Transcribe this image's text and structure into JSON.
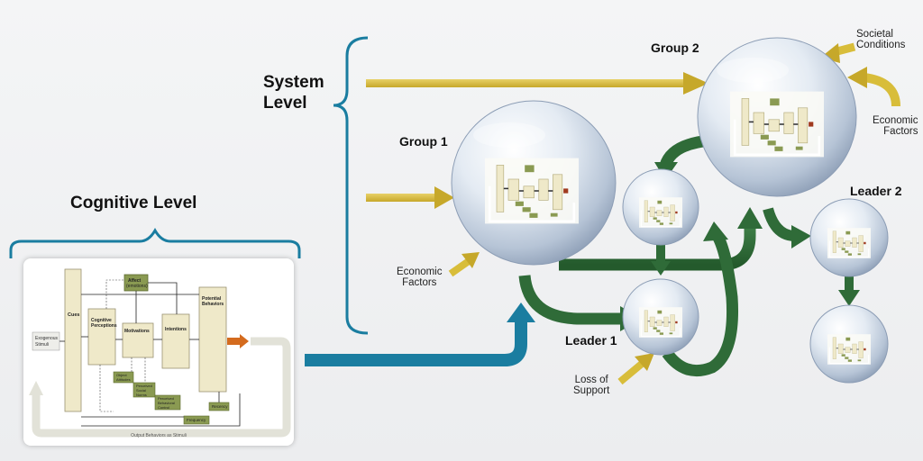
{
  "levels": {
    "cognitive": "Cognitive Level",
    "system_line1": "System",
    "system_line2": "Level"
  },
  "nodes": {
    "group1": "Group 1",
    "group2": "Group 2",
    "leader1": "Leader 1",
    "leader2": "Leader 2"
  },
  "factors": {
    "societal_conditions": [
      "Societal",
      "Conditions"
    ],
    "economic_factors_right": [
      "Economic",
      "Factors"
    ],
    "economic_factors_left": [
      "Economic",
      "Factors"
    ],
    "loss_of_support": [
      "Loss of",
      "Support"
    ]
  },
  "cognitive_model": {
    "cues": "Cues",
    "exogenous_stimuli": [
      "Exogenous",
      "Stimuli"
    ],
    "cognitive_perceptions": [
      "Cognitive",
      "Perceptions"
    ],
    "motivations": "Motivations",
    "intentions": "Intentions",
    "potential_behaviors": [
      "Potential",
      "Behaviors"
    ],
    "affect_emotions": [
      "Affect",
      "(emotions)"
    ],
    "object_attitudes": [
      "Object",
      "Attitudes"
    ],
    "perceived_social_norms": [
      "Perceived",
      "Social",
      "Norms"
    ],
    "perceived_behavioral_control": [
      "Perceived",
      "Behavioral",
      "Control"
    ],
    "recency": "Recency",
    "frequency": "Frequency",
    "output_label": "Output Behaviors as Stimuli"
  },
  "colors": {
    "gold_arrow": "#d8bd3a",
    "green_arrow": "#2f6b38",
    "teal_arrow": "#1a7da0",
    "bracket": "#1a7da0",
    "olive_box": "#8a9a52"
  }
}
